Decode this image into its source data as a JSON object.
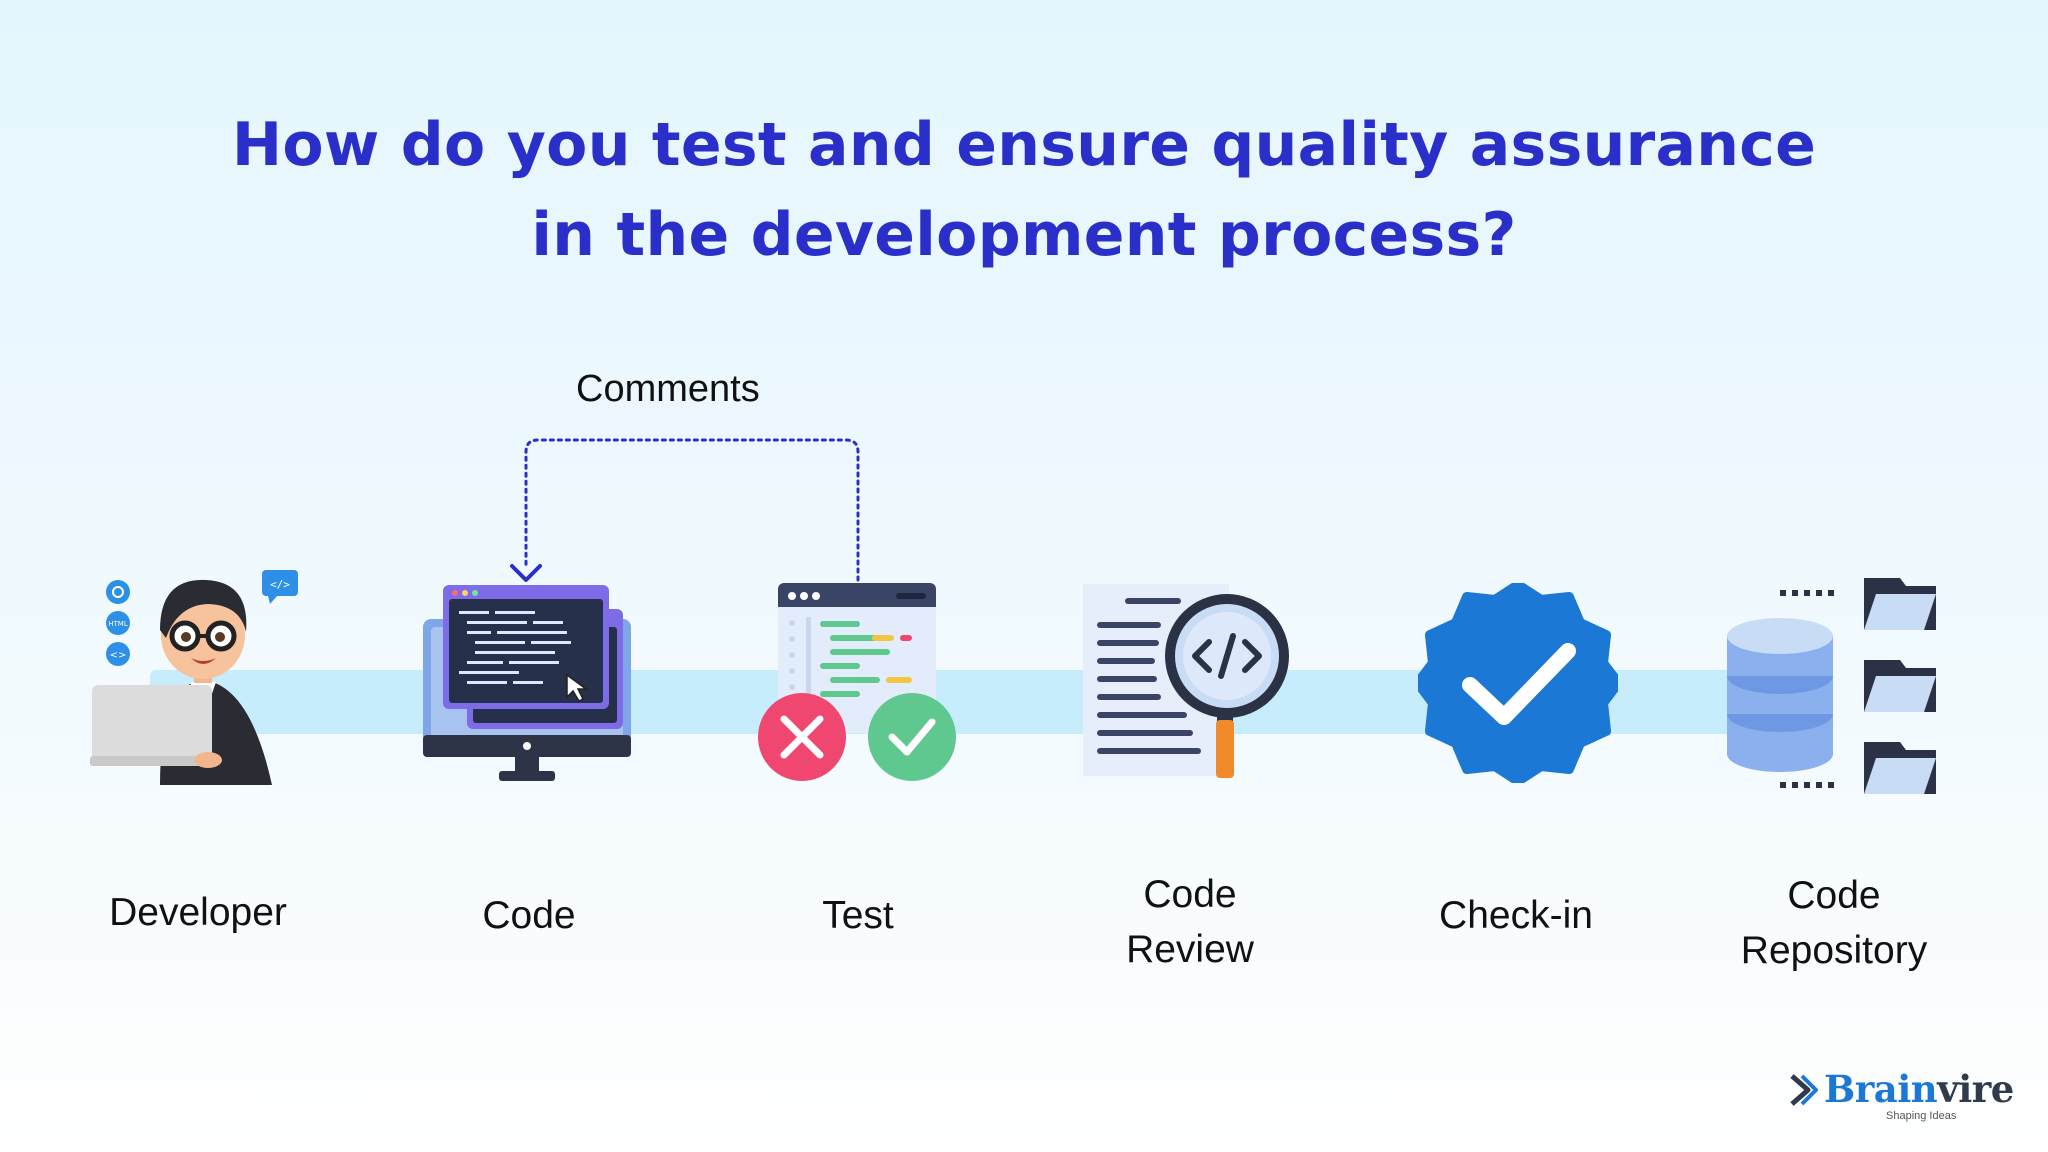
{
  "title": {
    "line1": "How do you test and ensure quality assurance",
    "line2": "in the development process?"
  },
  "feedback": {
    "label": "Comments"
  },
  "steps": [
    {
      "icon": "developer-icon",
      "label_lines": [
        "Developer"
      ]
    },
    {
      "icon": "code-monitor-icon",
      "label_lines": [
        "Code"
      ]
    },
    {
      "icon": "test-icon",
      "label_lines": [
        "Test"
      ]
    },
    {
      "icon": "code-review-icon",
      "label_lines": [
        "Code",
        "Review"
      ]
    },
    {
      "icon": "check-badge-icon",
      "label_lines": [
        "Check-in"
      ]
    },
    {
      "icon": "database-icon",
      "label_lines": [
        "Code",
        "Repository"
      ]
    }
  ],
  "developer_badges": [
    "HTML",
    "<>",
    "</>"
  ],
  "brand": {
    "name_part1": "Brain",
    "name_part2": "vire",
    "tagline": "Shaping Ideas"
  },
  "colors": {
    "title": "#2a2fc9",
    "band": "#c7ecfb",
    "arrow": "#2a2fc9",
    "badge": "#1b78d4",
    "fail": "#ef4770",
    "pass": "#5fc88f",
    "magnifier_handle": "#f08a2c"
  }
}
